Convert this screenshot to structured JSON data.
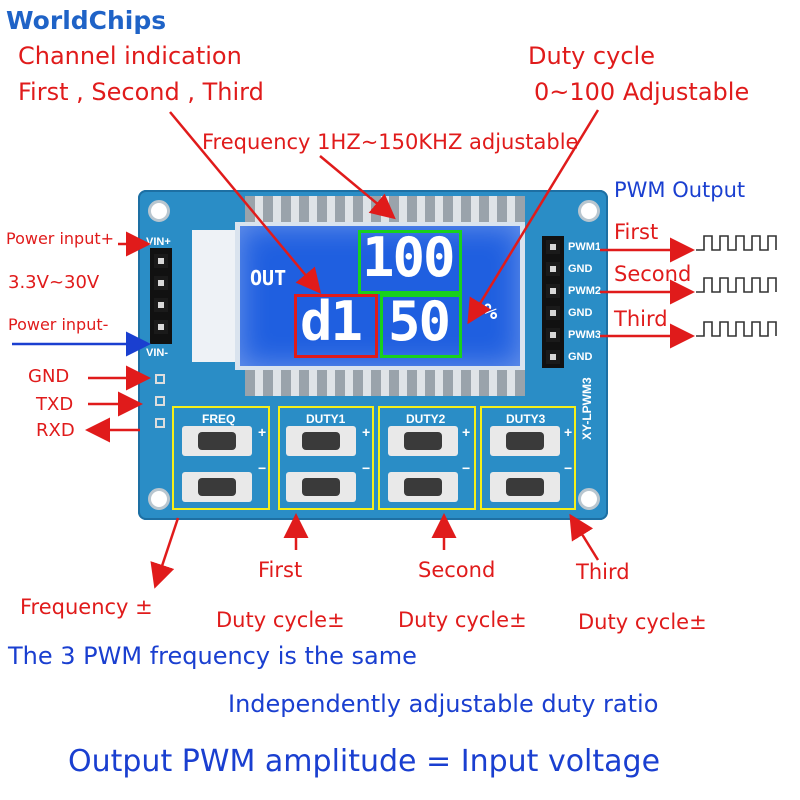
{
  "logo": {
    "text": "WorldChips"
  },
  "labels": {
    "channel_line1": "Channel indication",
    "channel_line2": "First  , Second , Third",
    "duty_line1": "Duty cycle",
    "duty_line2": "0~100 Adjustable",
    "frequency": "Frequency 1HZ~150KHZ  adjustable",
    "pwm_output": "PWM Output",
    "out_first": "First",
    "out_second": "Second",
    "out_third": "Third",
    "power_plus": "Power input+",
    "voltage": "3.3V~30V",
    "power_minus": "Power input-",
    "gnd": "GND",
    "txd": "TXD",
    "rxd": "RXD",
    "btn_first": "First",
    "btn_second": "Second",
    "btn_third": "Third",
    "freq_pm": "Frequency ±",
    "duty_pm1": "Duty cycle±",
    "duty_pm2": "Duty cycle±",
    "duty_pm3": "Duty cycle±"
  },
  "notes": {
    "line1": "The 3 PWM frequency is the same",
    "line2": "Independently adjustable duty ratio",
    "line3": "Output PWM amplitude = Input voltage"
  },
  "board": {
    "vin_plus": "VIN+",
    "vin_minus": "VIN-",
    "pins_right": [
      "PWM1",
      "GND",
      "PWM2",
      "GND",
      "PWM3",
      "GND"
    ],
    "model": "XY-LPWM3",
    "buttons": [
      "FREQ",
      "DUTY1",
      "DUTY2",
      "DUTY3"
    ],
    "plus": "+",
    "minus": "−"
  },
  "lcd": {
    "out": "OUT",
    "top_value": "100",
    "channel": "d1",
    "bottom_value": "50",
    "percent": "%"
  },
  "colors": {
    "annotation": "#e01b1b",
    "note": "#1a3fd0",
    "board": "#2a8dc6",
    "lcd": "#1f5fe0",
    "highlight": "#18d11c"
  }
}
